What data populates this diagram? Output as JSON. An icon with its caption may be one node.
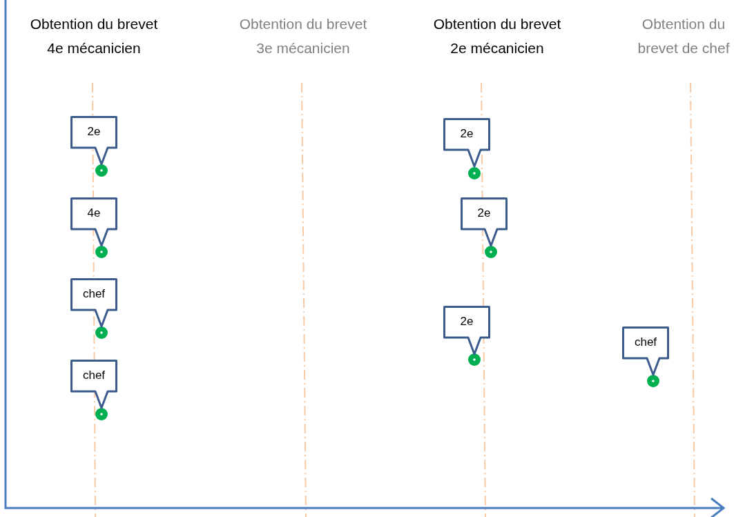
{
  "diagram": {
    "nodes": [
      {
        "text": [
          "2e"
        ]
      },
      {
        "text": [
          "4e"
        ]
      },
      {
        "text": [
          "chef"
        ]
      },
      {
        "text": [
          "chef"
        ]
      },
      {
        "text": [
          "2e"
        ]
      },
      {
        "text": [
          "2e"
        ]
      },
      {
        "text": [
          "2e"
        ]
      },
      {
        "text": [
          "chef"
        ]
      }
    ],
    "edges": [],
    "labels": [
      "Obtention du brevet 4e mécanicien",
      "Obtention du brevet 3e mécanicien",
      "Obtention du brevet 2e mécanicien",
      "Obtention du brevet de chef"
    ]
  }
}
